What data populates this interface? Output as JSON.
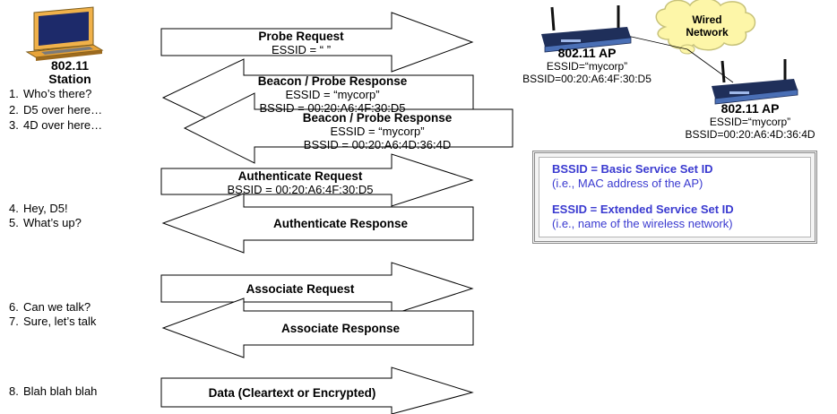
{
  "station": {
    "label_line1": "802.11",
    "label_line2": "Station"
  },
  "steps": [
    {
      "num": "1.",
      "text": "Who’s there?"
    },
    {
      "num": "2.",
      "text": "D5 over here…"
    },
    {
      "num": "3.",
      "text": "4D over here…"
    },
    {
      "num": "4.",
      "text": "Hey, D5!"
    },
    {
      "num": "5.",
      "text": "What’s up?"
    },
    {
      "num": "6.",
      "text": "Can we talk?"
    },
    {
      "num": "7.",
      "text": "Sure, let’s talk"
    },
    {
      "num": "8.",
      "text": "Blah blah blah"
    }
  ],
  "messages": [
    {
      "title": "Probe Request",
      "detail": "ESSID = “ ”",
      "direction": "right"
    },
    {
      "title": "Beacon / Probe Response",
      "detail": "ESSID = “mycorp”",
      "detail2": "BSSID = 00:20:A6:4F:30:D5",
      "direction": "left"
    },
    {
      "title": "Beacon / Probe Response",
      "detail": "ESSID = “mycorp”",
      "detail2": "BSSID = 00:20:A6:4D:36:4D",
      "direction": "left"
    },
    {
      "title": "Authenticate Request",
      "detail": "BSSID = 00:20:A6:4F:30:D5",
      "direction": "right"
    },
    {
      "title": "Authenticate Response",
      "direction": "left"
    },
    {
      "title": "Associate Request",
      "direction": "right"
    },
    {
      "title": "Associate Response",
      "direction": "left"
    },
    {
      "title": "Data (Cleartext or Encrypted)",
      "direction": "right"
    }
  ],
  "cloud": {
    "line1": "Wired",
    "line2": "Network"
  },
  "ap1": {
    "title": "802.11 AP",
    "essid": "ESSID=“mycorp”",
    "bssid": "BSSID=00:20:A6:4F:30:D5"
  },
  "ap2": {
    "title": "802.11 AP",
    "essid": "ESSID=“mycorp”",
    "bssid": "BSSID=00:20:A6:4D:36:4D"
  },
  "legend": {
    "bssid_title": "BSSID = Basic Service Set ID",
    "bssid_desc": "(i.e., MAC address of the AP)",
    "essid_title": "ESSID = Extended Service Set ID",
    "essid_desc": "(i.e., name of the wireless network)"
  },
  "colors": {
    "cloud_fill": "#fdf6a8",
    "cloud_stroke": "#c7c27a",
    "legend_text": "#3a3ad0",
    "router_body": "#4a6fb5",
    "laptop_body": "#e0a43a"
  }
}
